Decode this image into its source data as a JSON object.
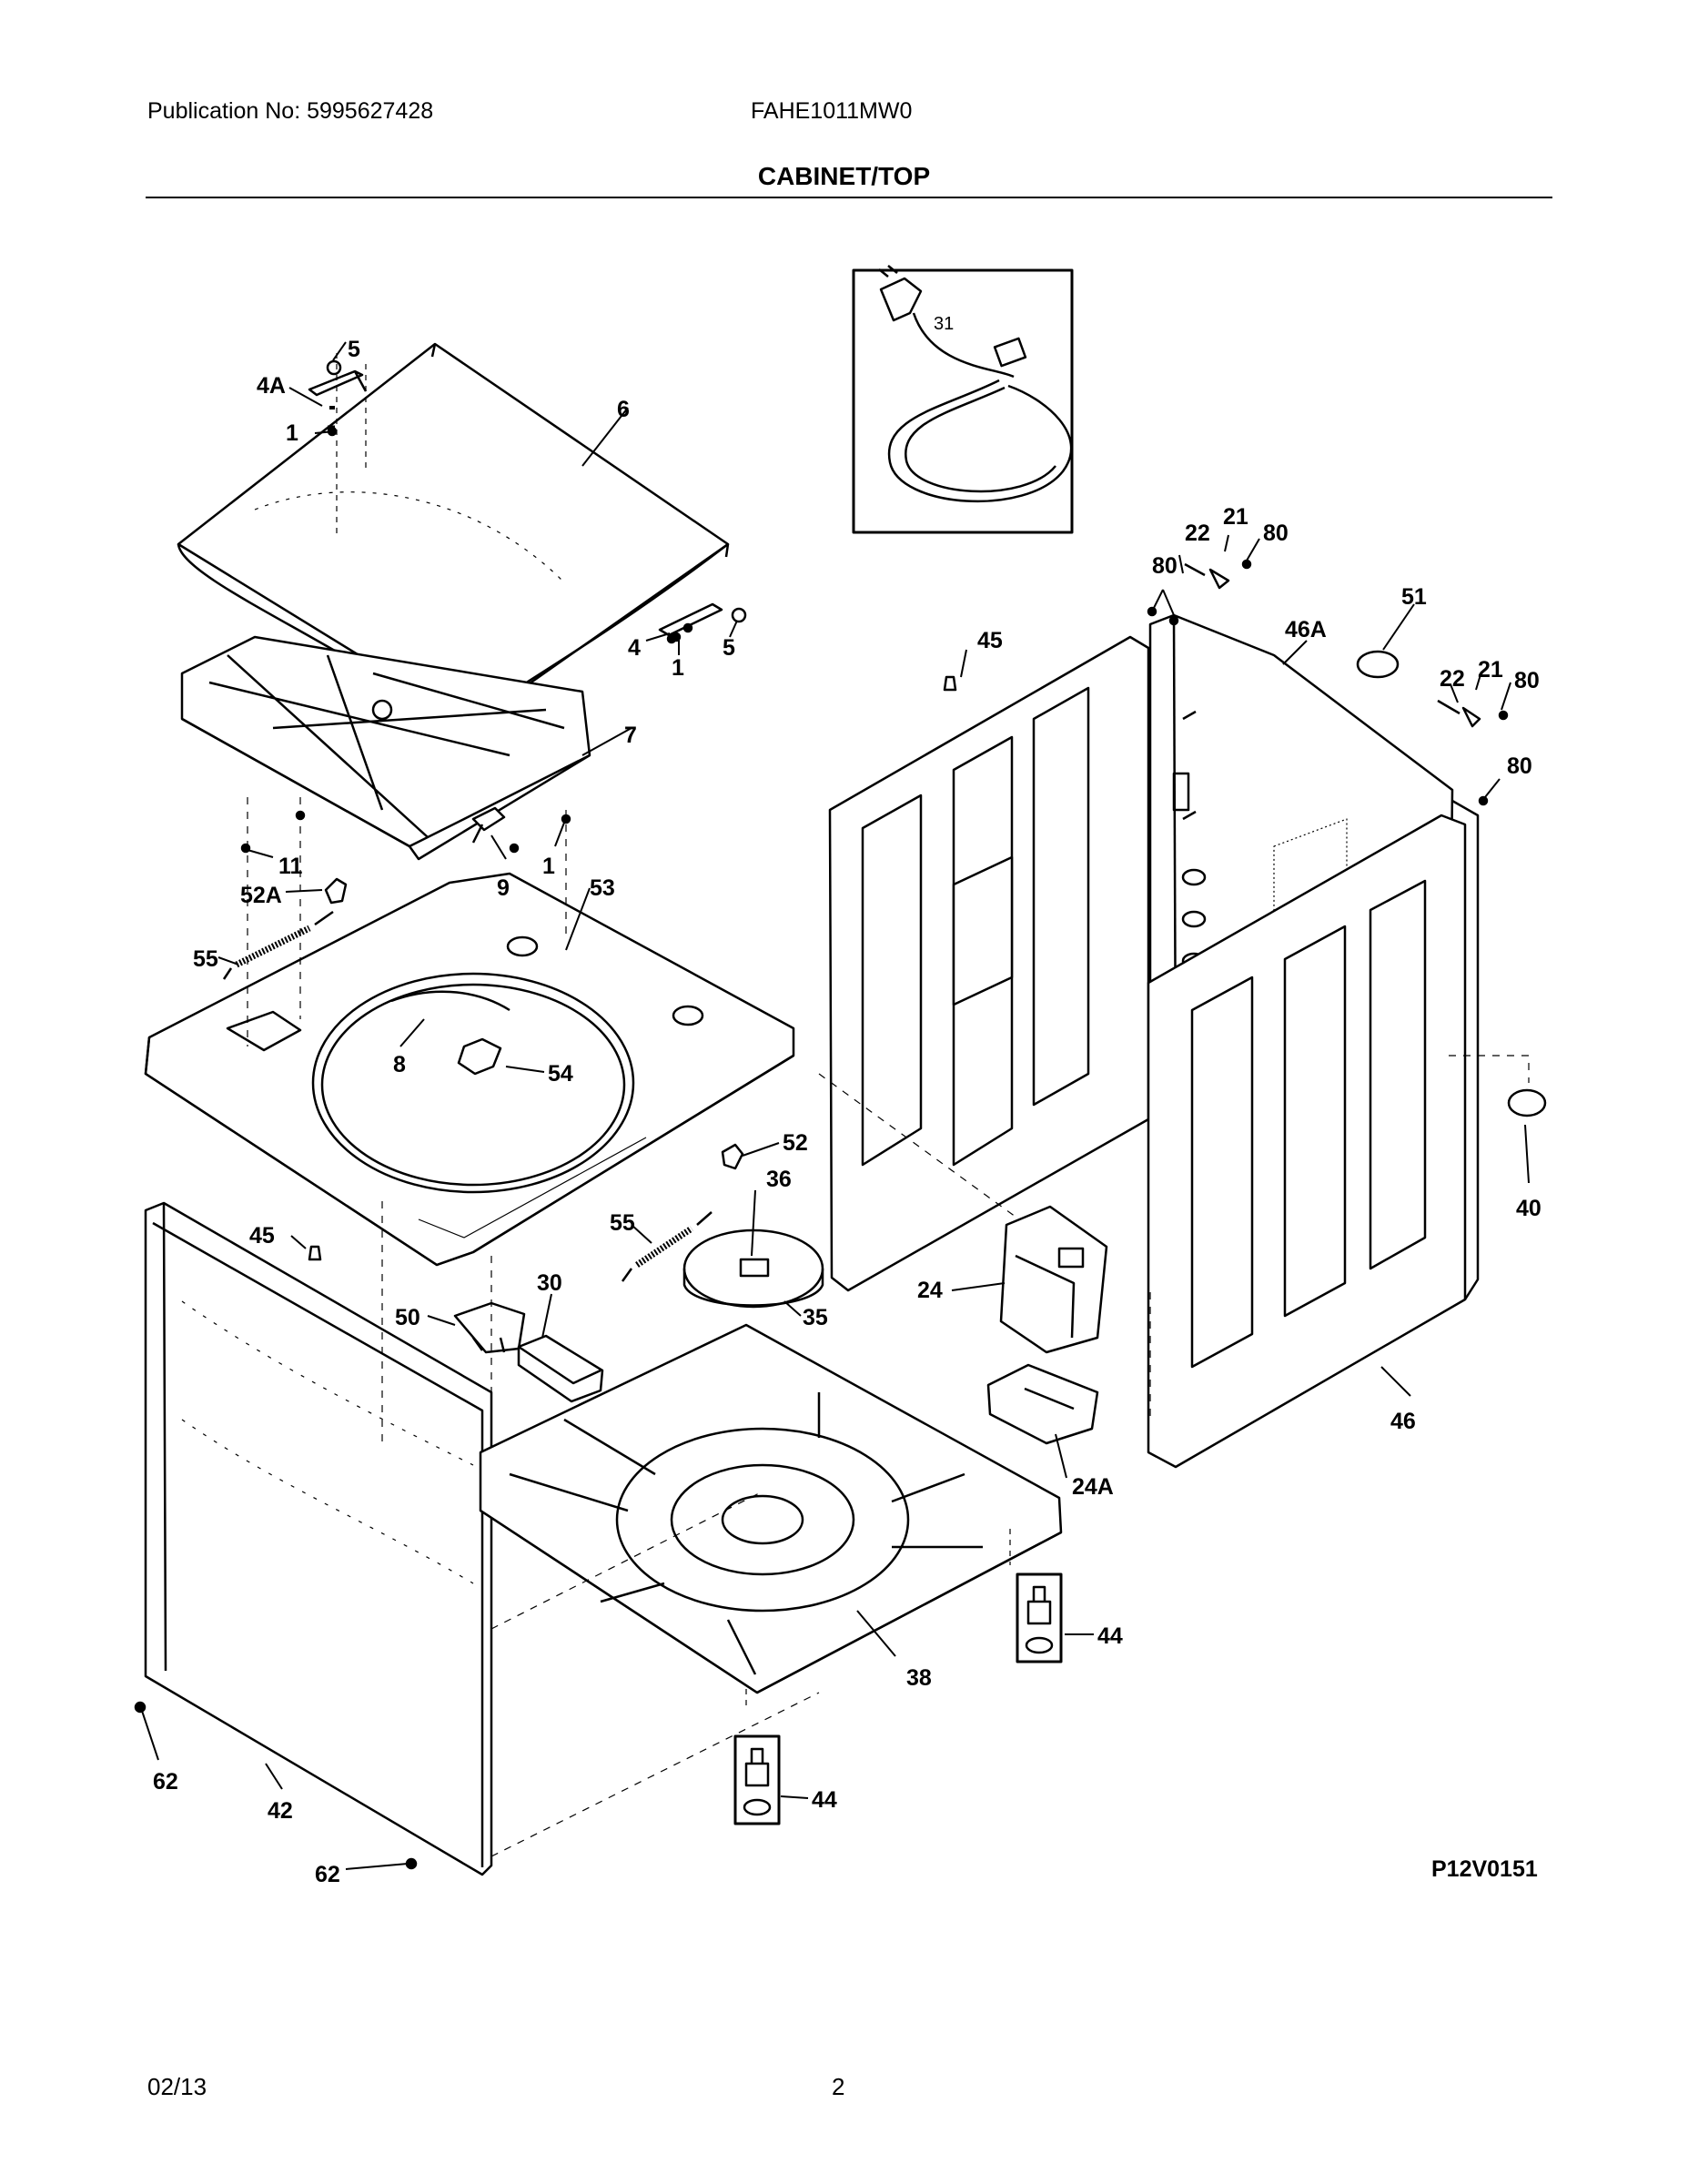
{
  "header": {
    "publication": "Publication No: 5995627428",
    "model": "FAHE1011MW0",
    "section_title": "CABINET/TOP"
  },
  "diagram": {
    "ref_code": "P12V0151",
    "callouts": [
      "1",
      "1",
      "1",
      "4",
      "4A",
      "5",
      "5",
      "6",
      "7",
      "8",
      "9",
      "11",
      "21",
      "21",
      "22",
      "22",
      "24",
      "24A",
      "30",
      "31",
      "35",
      "36",
      "38",
      "40",
      "42",
      "44",
      "44",
      "45",
      "45",
      "46",
      "46A",
      "50",
      "51",
      "52",
      "52A",
      "53",
      "54",
      "55",
      "55",
      "62",
      "62",
      "80",
      "80",
      "80",
      "80"
    ]
  },
  "footer": {
    "date": "02/13",
    "page": "2"
  }
}
